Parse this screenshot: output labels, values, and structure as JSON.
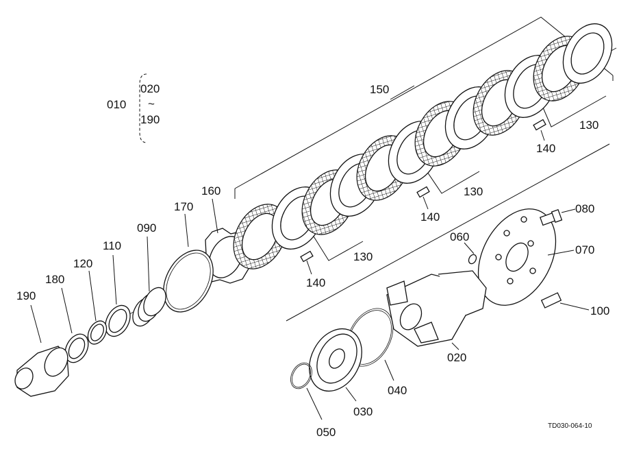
{
  "diagram": {
    "code": "TD030-064-10",
    "group": {
      "main": "010",
      "top": "020",
      "sep": "~",
      "bottom": "190"
    },
    "labels": {
      "p190": "190",
      "p180": "180",
      "p120": "120",
      "p110": "110",
      "p090": "090",
      "p170": "170",
      "p160": "160",
      "p150": "150",
      "p130a": "130",
      "p130b": "130",
      "p130c": "130",
      "p140a": "140",
      "p140b": "140",
      "p140c": "140",
      "p060": "060",
      "p080": "080",
      "p070": "070",
      "p100": "100",
      "p020": "020",
      "p040": "040",
      "p030": "030",
      "p050": "050"
    }
  }
}
